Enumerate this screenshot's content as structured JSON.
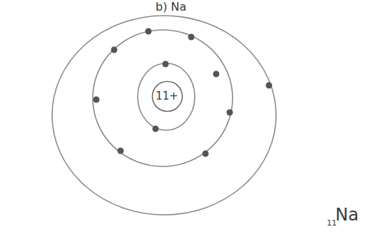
{
  "diagram": {
    "nodes": [
      {
        "text": [
          "11+"
        ]
      }
    ],
    "labels": [
      "b) Na",
      "11",
      "Na"
    ]
  }
}
